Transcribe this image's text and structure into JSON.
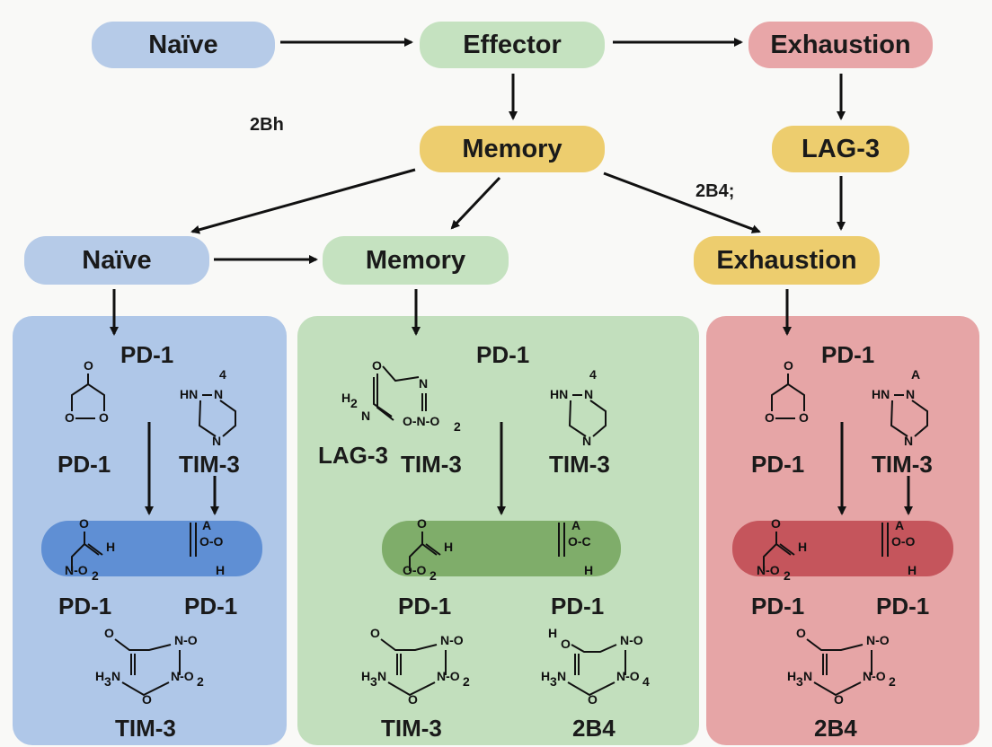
{
  "top_row": {
    "naive": "Naïve",
    "effector": "Effector",
    "exhaustion": "Exhaustion"
  },
  "second_row": {
    "memory": "Memory",
    "lag3": "LAG-3"
  },
  "third_row": {
    "naive": "Naïve",
    "memory": "Memory",
    "exhaustion": "Exhaustion"
  },
  "notes": {
    "left": "2Bh",
    "right": "2B4;"
  },
  "blue_panel": {
    "title": "PD-1",
    "left_label": "PD-1",
    "right_label": "TIM-3",
    "bottom_left": "PD-1",
    "bottom_right": "PD-1",
    "footer": "TIM-3"
  },
  "green_panel": {
    "title": "PD-1",
    "left_label": "TIM-3",
    "side_label": "LAG-3",
    "right_label": "TIM-3",
    "bottom_left": "PD-1",
    "bottom_right": "PD-1",
    "footer_left": "TIM-3",
    "footer_right": "2B4"
  },
  "red_panel": {
    "title": "PD-1",
    "left_label": "PD-1",
    "right_label": "TIM-3",
    "bottom_left": "PD-1",
    "bottom_right": "PD-1",
    "footer": "2B4"
  },
  "colors": {
    "naive": "#b6cbe8",
    "memory": "#c5e2c0",
    "exhaustion": "#e8a6a8",
    "highlight": "#edcd6e"
  }
}
